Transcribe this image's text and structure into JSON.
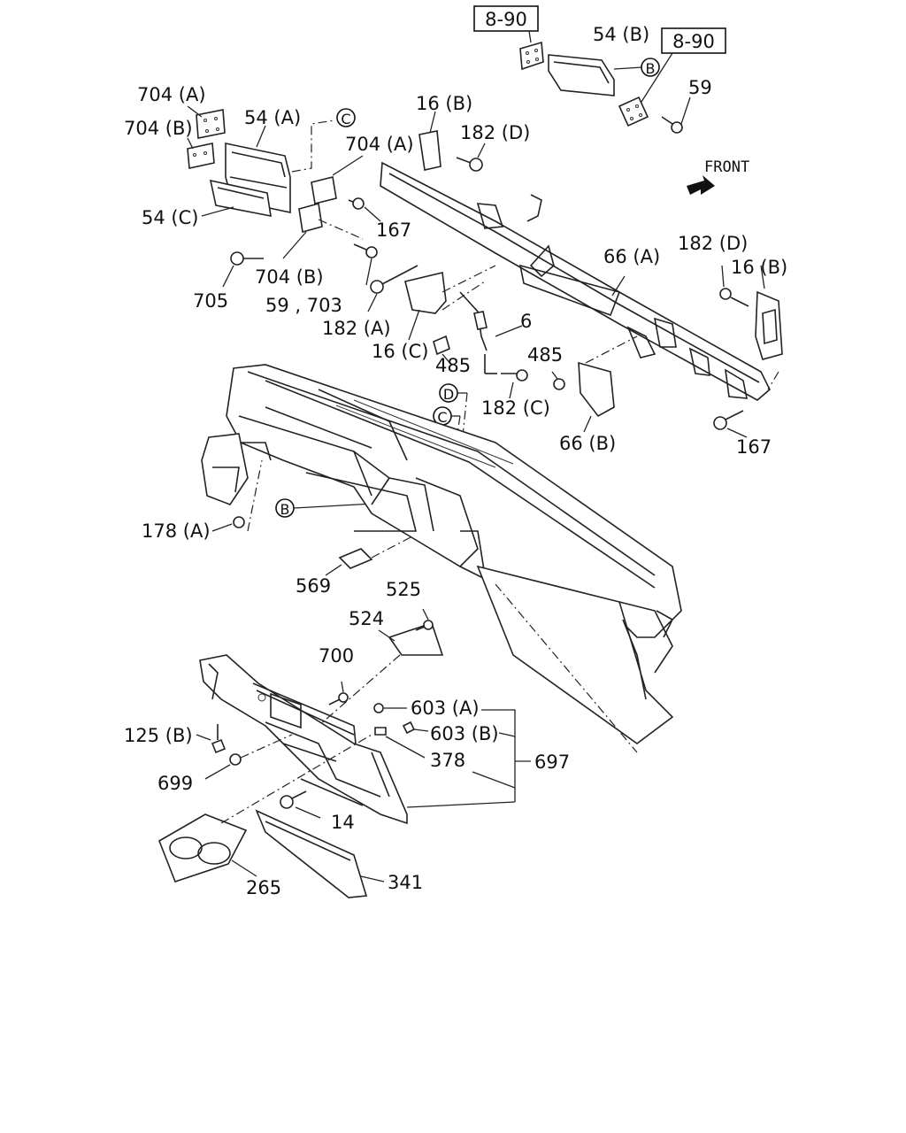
{
  "ref_boxes": [
    "8-90",
    "8-90"
  ],
  "front_label": "FRONT",
  "circle_refs": {
    "B": "B",
    "C": "C",
    "D": "D"
  },
  "labels": {
    "p54b": "54 (B)",
    "p59_top": "59",
    "p704a_top": "704 (A)",
    "p704b_top": "704 (B)",
    "p54a": "54 (A)",
    "p54c": "54 (C)",
    "p16b_top": "16 (B)",
    "p182d_top": "182 (D)",
    "p704a_mid": "704 (A)",
    "p167_top": "167",
    "p704b_mid": "704 (B)",
    "p705": "705",
    "p59_703": "59 , 703",
    "p182a": "182 (A)",
    "p16c": "16 (C)",
    "p485_left": "485",
    "p6": "6",
    "p66a": "66 (A)",
    "p182d_right": "182 (D)",
    "p16b_right": "16 (B)",
    "p485_right": "485",
    "p182c": "182 (C)",
    "p66b": "66 (B)",
    "p167_right": "167",
    "p178a": "178 (A)",
    "p569": "569",
    "p525": "525",
    "p524": "524",
    "p700": "700",
    "p603a": "603 (A)",
    "p603b": "603 (B)",
    "p125b": "125 (B)",
    "p378": "378",
    "p697": "697",
    "p699": "699",
    "p14": "14",
    "p265": "265",
    "p341": "341"
  }
}
